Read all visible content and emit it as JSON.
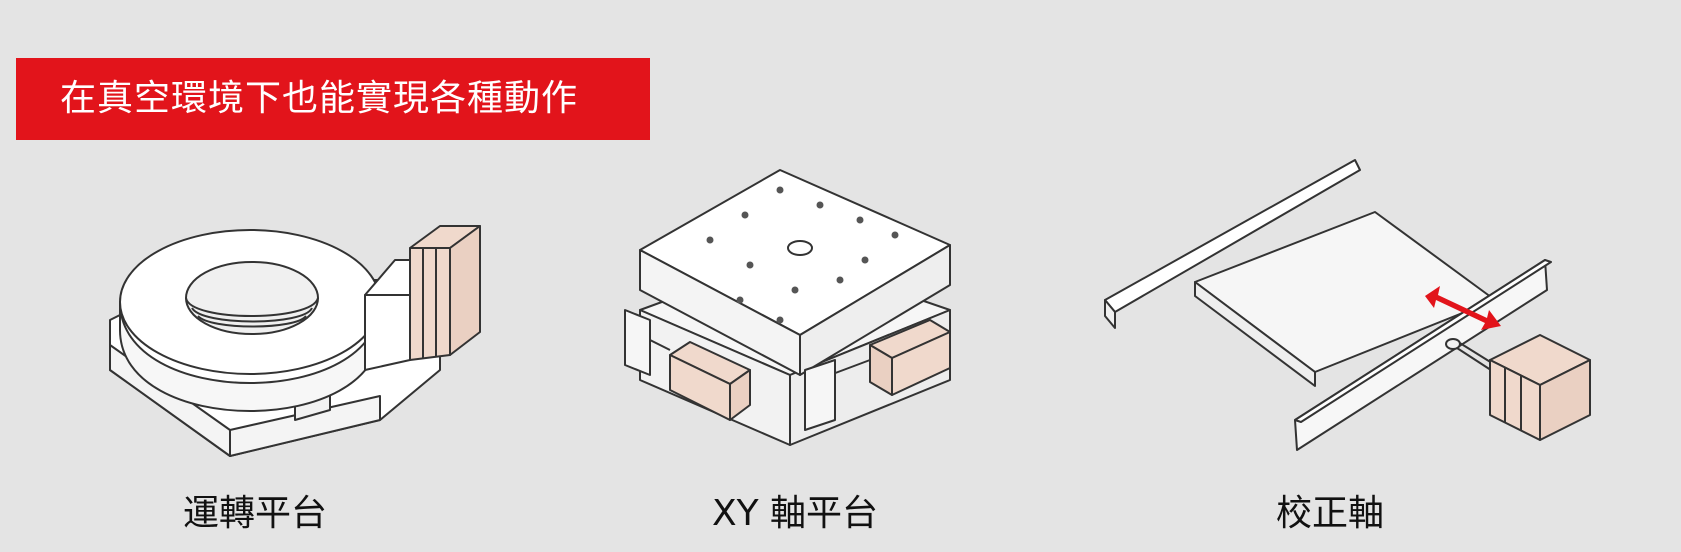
{
  "banner": {
    "text": "在真空環境下也能實現各種動作"
  },
  "figures": [
    {
      "caption": "運轉平台",
      "icon": "rotary-stage-icon"
    },
    {
      "caption": "XY 軸平台",
      "icon": "xy-stage-icon"
    },
    {
      "caption": "校正軸",
      "icon": "alignment-axis-icon"
    }
  ],
  "colors": {
    "banner_bg": "#e2141b",
    "banner_text": "#ffffff",
    "background": "#e4e4e4",
    "motor": "#f0d9cc",
    "arrow": "#e2141b",
    "line": "#333333"
  }
}
